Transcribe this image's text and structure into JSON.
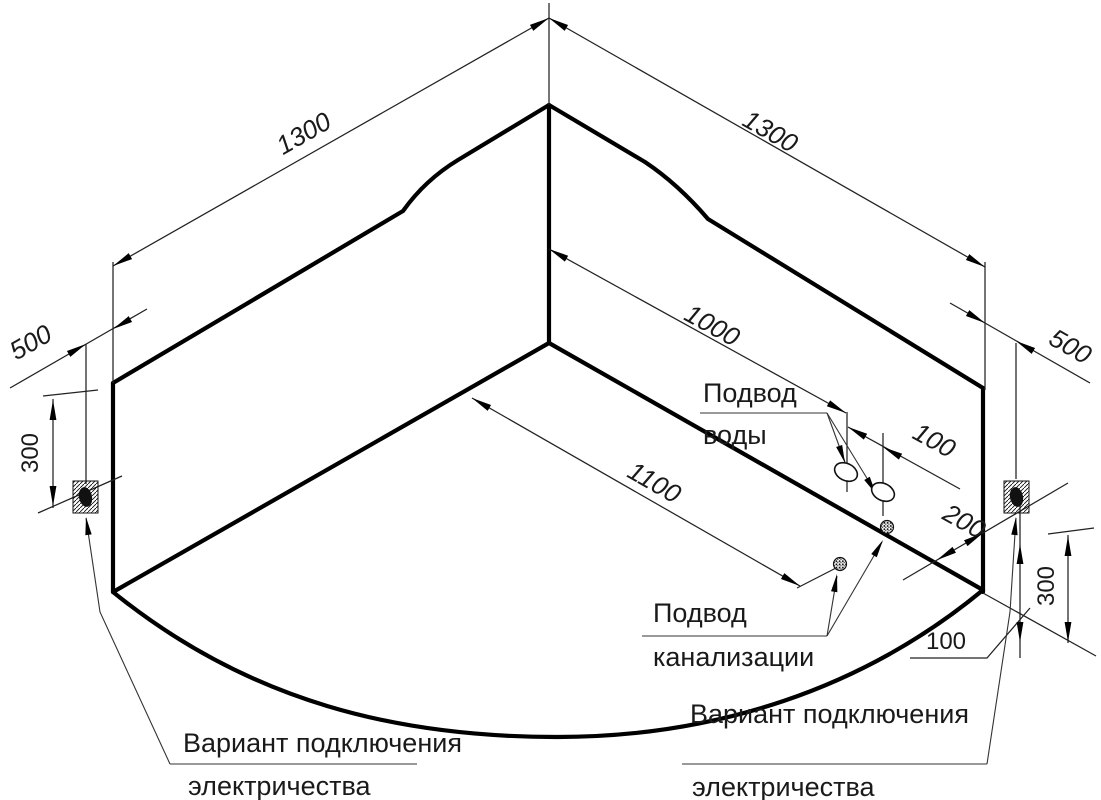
{
  "diagram": {
    "dims": {
      "d1300_left": "1300",
      "d1300_right": "1300",
      "d500_left": "500",
      "d500_right": "500",
      "d1000": "1000",
      "d1100": "1100",
      "d100_water": "100",
      "d200": "200",
      "d300_left": "300",
      "d300_right": "300",
      "d100_floor": "100"
    },
    "labels": {
      "water_line1": "Подвод",
      "water_line2": "воды",
      "sewer_line1": "Подвод",
      "sewer_line2": "канализации",
      "elec_left_line1": "Вариант подключения",
      "elec_left_line2": "электричества",
      "elec_right_line1": "Вариант подключения",
      "elec_right_line2": "электричества"
    },
    "colors": {
      "line": "#000000",
      "background": "#ffffff"
    }
  }
}
